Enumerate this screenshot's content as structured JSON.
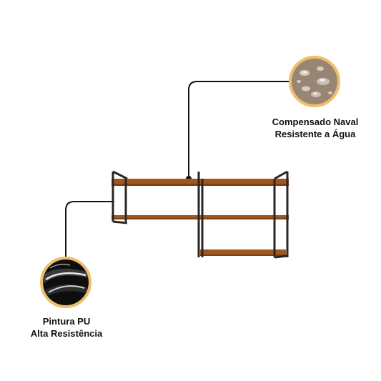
{
  "features": [
    {
      "line1": "Compensado Naval",
      "line2": "Resistente a Água",
      "icon": "water-drops-icon"
    },
    {
      "line1": "Pintura PU",
      "line2": "Alta Resistência",
      "icon": "glossy-paint-icon"
    }
  ],
  "colors": {
    "wood": "#a0571f",
    "wood_dark": "#7d4015",
    "metal": "#2a2522",
    "leader_line": "#111111",
    "badge_ring": "#f0bd6a"
  }
}
